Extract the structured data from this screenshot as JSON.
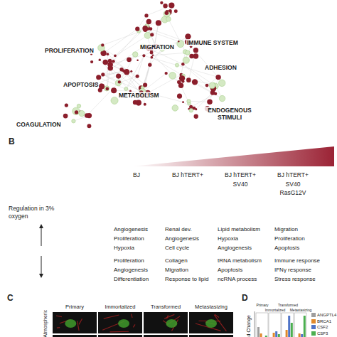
{
  "diagram": {
    "labels": [
      "PROLIFERATION",
      "MIGRATION",
      "IMMUNE SYSTEM",
      "ADHESION",
      "APOPTOSIS",
      "METABOLISM",
      "COAGULATION",
      "ENDOGENOUS STIMULI",
      "B",
      "BJ",
      "BJ hTERT+",
      "BJ hTERT+ SV40",
      "BJ hTERT+ SV40 RasG12V",
      "Regulation in 3% oxygen",
      "Angiogenesis",
      "Proliferation",
      "Hypoxia",
      "Renal dev.",
      "Angiogenesis",
      "Cell cycle",
      "Lipid metabolism",
      "Hypoxia",
      "Angiogenesis",
      "Migration",
      "Proliferation",
      "Apoptosis",
      "Proliferation",
      "Angiogenesis",
      "Differentiation",
      "Collagen",
      "Migration",
      "Response to lipid",
      "tRNA metabolism",
      "Apoptosis",
      "ncRNA process",
      "Immune response",
      "IFNγ response",
      "Stress response",
      "C",
      "Primary",
      "Immortalized",
      "Transformed",
      "Metastasizing",
      "Atmospheric",
      "D",
      "d Change",
      "Primary",
      "Immortalized",
      "Transformed",
      "Metastasizing"
    ],
    "legend": [
      {
        "text": "ANGPTL4",
        "color": "#9e9e9e"
      },
      {
        "text": "BRCA1",
        "color": "#e0892b"
      },
      {
        "text": "CSF2",
        "color": "#4f74c8"
      },
      {
        "text": "CSF3",
        "color": "#4caf50"
      }
    ]
  }
}
